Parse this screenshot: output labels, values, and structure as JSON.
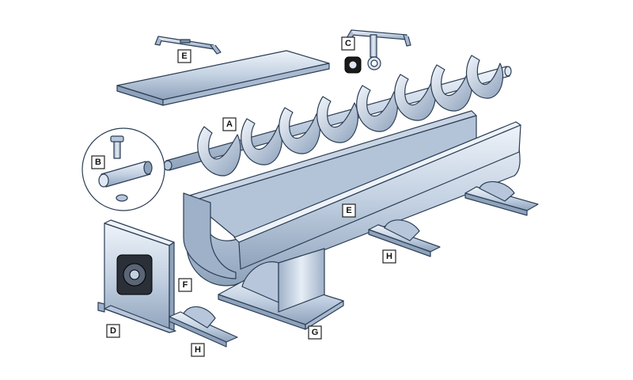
{
  "labels": {
    "a": "A",
    "b": "B",
    "c": "C",
    "d": "D",
    "e1": "E",
    "e2": "E",
    "f": "F",
    "g": "G",
    "h1": "H",
    "h2": "H"
  },
  "colors": {
    "steel_light": "#dfe7f2",
    "steel_mid": "#b7c6da",
    "steel_dark": "#7f93ad",
    "outline": "#2c3e55",
    "background": "#ffffff"
  }
}
